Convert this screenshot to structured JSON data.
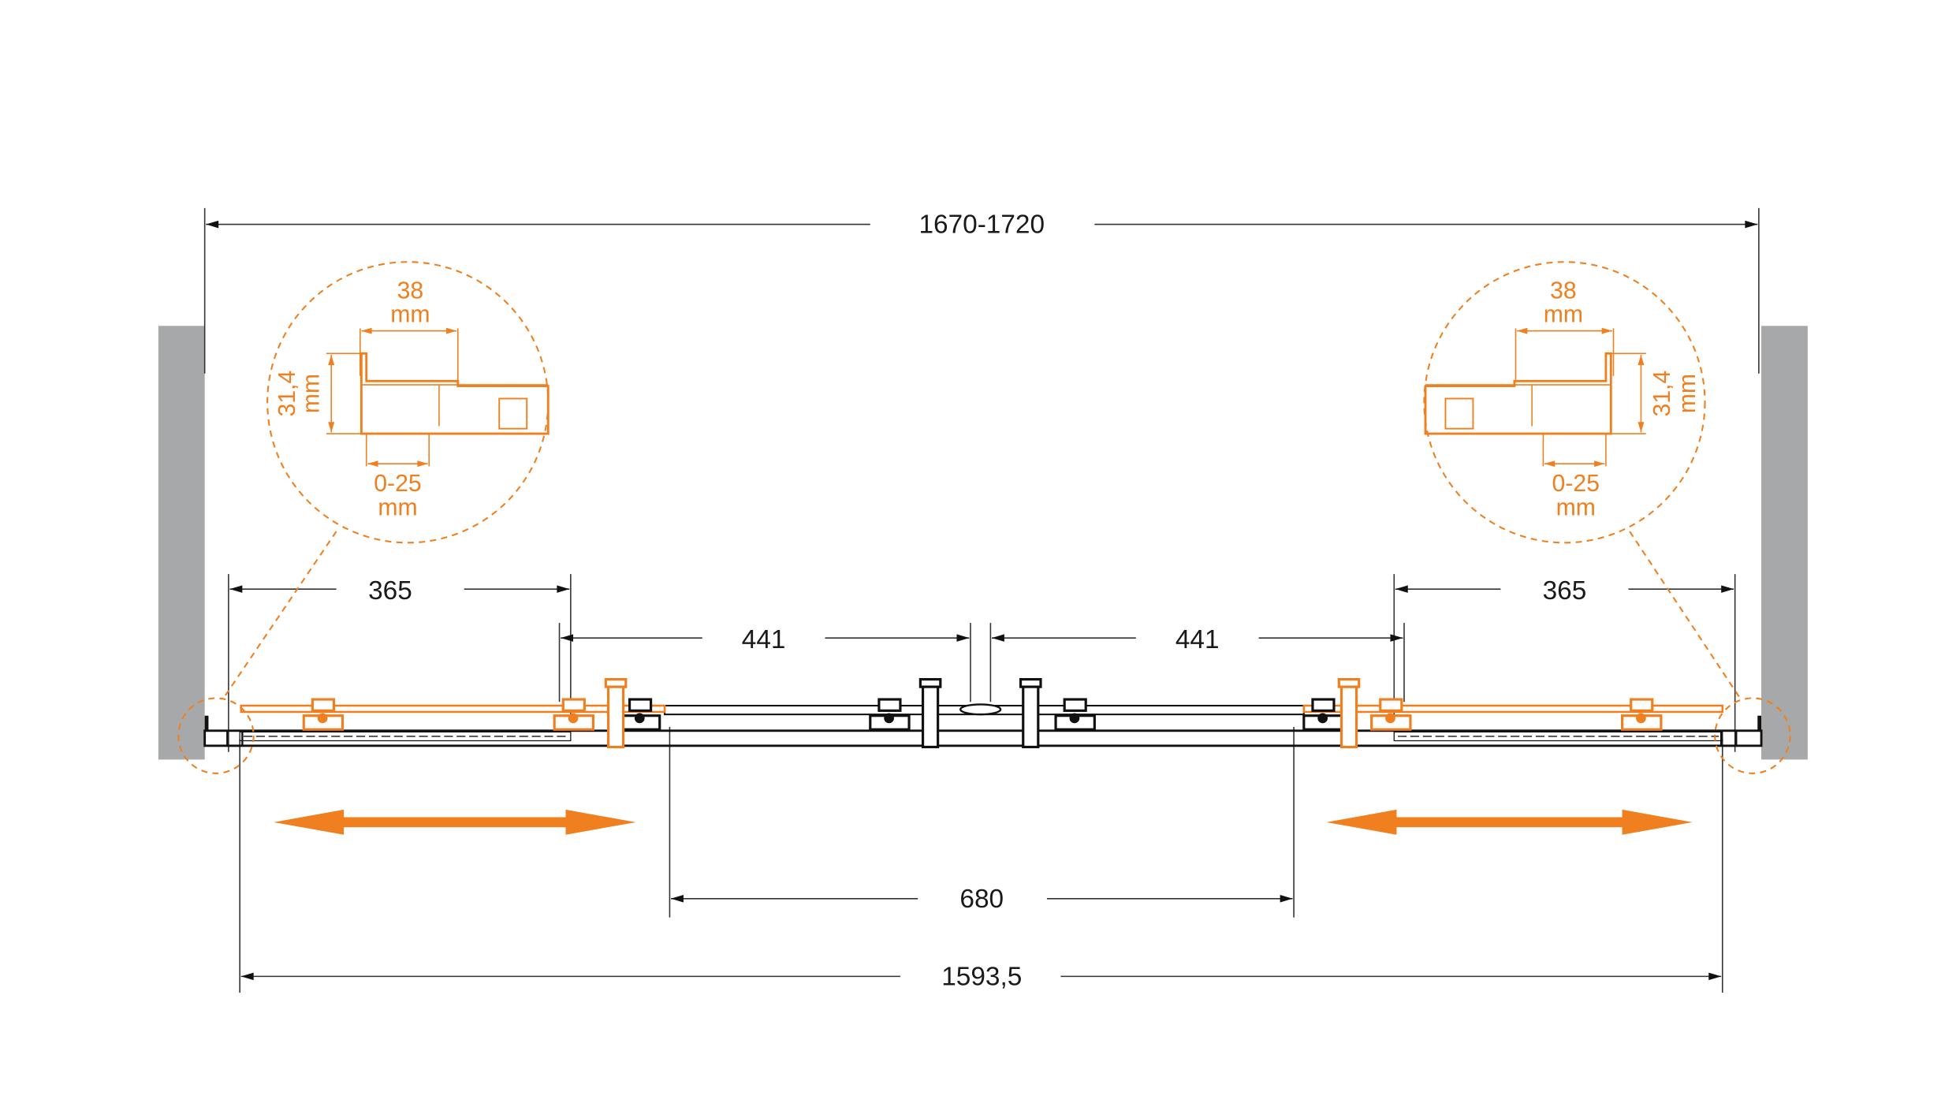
{
  "dimensions": {
    "overall_width": "1670-1720",
    "panel_width": "1593,5",
    "opening": "680",
    "left_fixed": "365",
    "right_fixed": "365",
    "left_sliding": "441",
    "right_sliding": "441"
  },
  "detail_left": {
    "width": "38",
    "width_unit": "mm",
    "height": "31,4",
    "height_unit": "mm",
    "adjust": "0-25",
    "adjust_unit": "mm"
  },
  "detail_right": {
    "width": "38",
    "width_unit": "mm",
    "height": "31,4",
    "height_unit": "mm",
    "adjust": "0-25",
    "adjust_unit": "mm"
  },
  "colors": {
    "accent": "#f07f1f",
    "wall": "#a7a8aa",
    "line": "#111111"
  }
}
